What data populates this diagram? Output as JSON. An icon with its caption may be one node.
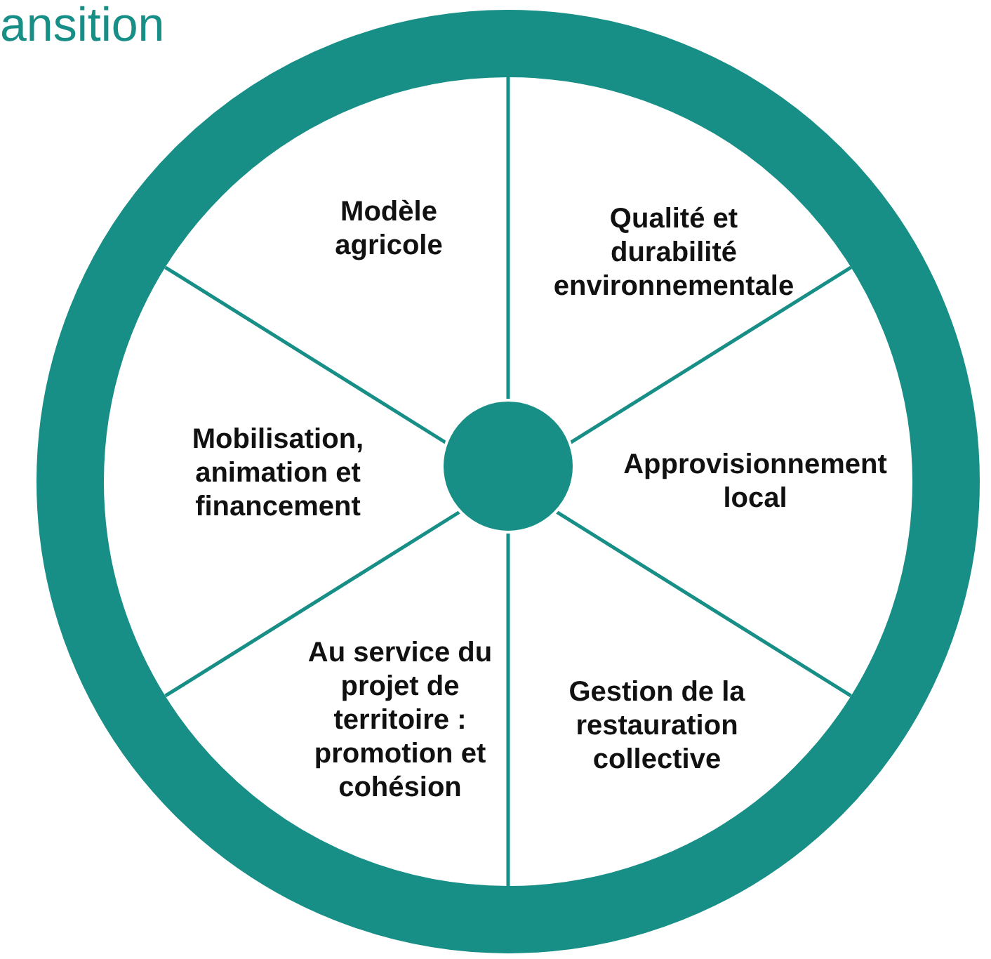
{
  "diagram": {
    "title": "ansition",
    "nodes": [
      {
        "text": [],
        "shape": "circle"
      },
      {
        "text": [
          "Modèle agricole"
        ],
        "in": 0
      },
      {
        "text": [
          "Qualité et durabilité environnementale"
        ],
        "in": 0
      },
      {
        "text": [
          "Mobilisation, animation et financement"
        ],
        "in": 0
      },
      {
        "text": [],
        "shape": "circle",
        "in": 0
      },
      {
        "text": [
          "Approvisionnement local"
        ],
        "in": 0
      },
      {
        "text": [
          "Au service du projet de territoire : promotion et cohésion"
        ],
        "in": 0
      },
      {
        "text": [
          "Gestion de la restauration collective"
        ],
        "in": 0
      }
    ]
  }
}
